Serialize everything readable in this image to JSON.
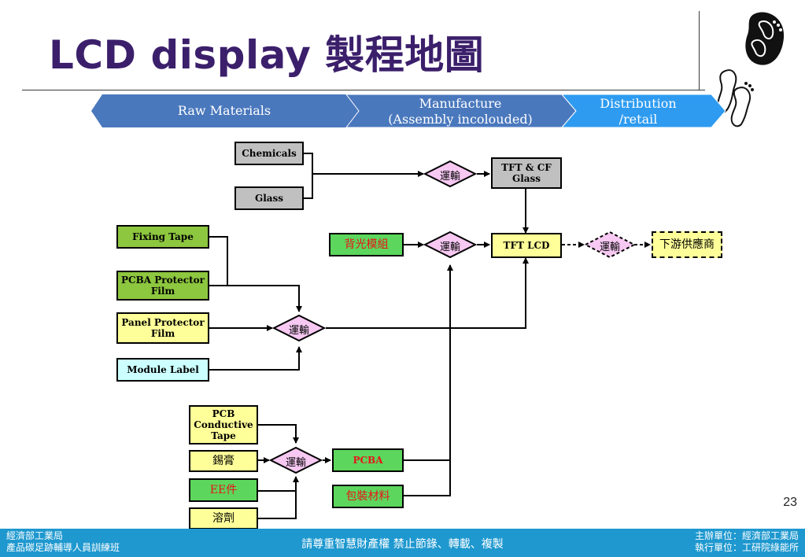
{
  "title": "LCD display 製程地圖",
  "stages": [
    {
      "line1": "Raw Materials",
      "line2": ""
    },
    {
      "line1": "Manufacture",
      "line2": "(Assembly incolouded)"
    },
    {
      "line1": "Distribution",
      "line2": "/retail"
    }
  ],
  "nodes": {
    "chemicals": "Chemicals",
    "glass": "Glass",
    "tft_cf_glass_1": "TFT & CF",
    "tft_cf_glass_2": "Glass",
    "backlight": "背光模組",
    "tft_lcd": "TFT LCD",
    "downstream": "下游供應商",
    "fixing_tape": "Fixing Tape",
    "pcba_film_1": "PCBA Protector",
    "pcba_film_2": "Film",
    "panel_film_1": "Panel Protector",
    "panel_film_2": "Film",
    "module_label": "Module Label",
    "pcb_tape_1": "PCB",
    "pcb_tape_2": "Conductive",
    "pcb_tape_3": "Tape",
    "solder_paste": "錫膏",
    "ee_parts": "EE件",
    "solvent": "溶劑",
    "pcba": "PCBA",
    "packaging": "包裝材料"
  },
  "transport": "運輸",
  "page_number": "23",
  "footer": {
    "left_line1": "經濟部工業局",
    "left_line2": "產品碳足跡輔導人員訓練班",
    "center": "請尊重智慧財產權 禁止節錄、轉載、複製",
    "right_line1": "主辦單位：經濟部工業局",
    "right_line2": "執行單位：工研院綠能所"
  },
  "colors": {
    "title": "#3b1f6b",
    "stage_dark": "#4a78bd",
    "stage_light": "#2e9bf0",
    "footer": "#1e98cf",
    "gray_node": "#c0c0c0",
    "green_node": "#8dc63f",
    "yellow_node": "#ffff99",
    "blue_node": "#ccffff",
    "bright_green_node": "#5cd65c",
    "diamond": "#f6c8f2"
  }
}
